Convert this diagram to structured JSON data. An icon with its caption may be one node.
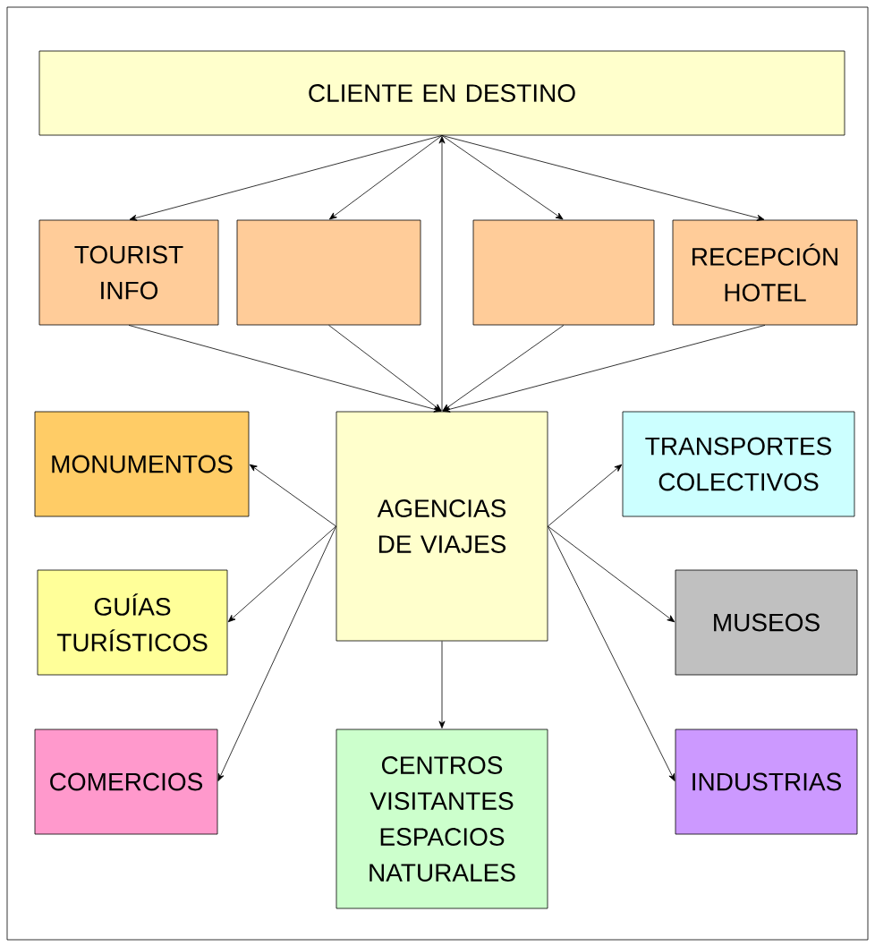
{
  "diagram": {
    "nodes": [
      {
        "text": [
          "CLIENTE EN DESTINO"
        ]
      },
      {
        "text": [
          "TOURIST INFO"
        ]
      },
      {
        "text": [],
        "shape": "box"
      },
      {
        "text": [],
        "shape": "box"
      },
      {
        "text": [
          "RECEPCIÓN HOTEL"
        ]
      },
      {
        "text": [
          "MONUMENTOS"
        ]
      },
      {
        "text": [
          "AGENCIAS DE VIAJES"
        ]
      },
      {
        "text": [
          "TRANSPORTES COLECTIVOS"
        ]
      },
      {
        "text": [
          "GUÍAS TURÍSTICOS"
        ]
      },
      {
        "text": [
          "MUSEOS"
        ]
      },
      {
        "text": [
          "COMERCIOS"
        ]
      },
      {
        "text": [
          "CENTROS VISITANTES ESPACIOS NATURALES"
        ]
      },
      {
        "text": [
          "INDUSTRIAS"
        ]
      }
    ],
    "edges": [
      {
        "from": 0,
        "to": 1,
        "arrow": "to"
      },
      {
        "from": 0,
        "to": 2,
        "arrow": "to"
      },
      {
        "from": 6,
        "to": 0,
        "arrow": "to"
      },
      {
        "from": 0,
        "to": 3,
        "arrow": "to"
      },
      {
        "from": 0,
        "to": 4,
        "arrow": "to"
      },
      {
        "from": 1,
        "to": 6,
        "arrow": "to"
      },
      {
        "from": 2,
        "to": 6,
        "arrow": "to"
      },
      {
        "from": 3,
        "to": 6,
        "arrow": "to"
      },
      {
        "from": 4,
        "to": 6,
        "arrow": "to"
      },
      {
        "from": 6,
        "to": 5,
        "arrow": "to"
      },
      {
        "from": 6,
        "to": 8,
        "arrow": "to"
      },
      {
        "from": 6,
        "to": 10,
        "arrow": "to"
      },
      {
        "from": 6,
        "to": 11,
        "arrow": "to"
      },
      {
        "from": 6,
        "to": 7,
        "arrow": "to"
      },
      {
        "from": 6,
        "to": 9,
        "arrow": "to"
      },
      {
        "from": 6,
        "to": 12,
        "arrow": "to"
      }
    ]
  }
}
